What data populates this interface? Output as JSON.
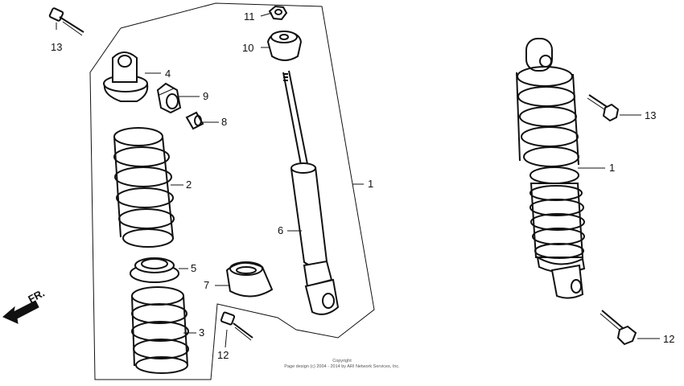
{
  "callouts": {
    "c1a": "1",
    "c1b": "1",
    "c2": "2",
    "c3": "3",
    "c4": "4",
    "c5": "5",
    "c6": "6",
    "c7": "7",
    "c8": "8",
    "c9": "9",
    "c10": "10",
    "c11": "11",
    "c12a": "12",
    "c12b": "12",
    "c13a": "13",
    "c13b": "13"
  },
  "direction_label": "FR.",
  "copyright": {
    "line1": "Copyright",
    "line2": "Page design (c) 2004 - 2014 by ARI Network Services, Inc."
  }
}
